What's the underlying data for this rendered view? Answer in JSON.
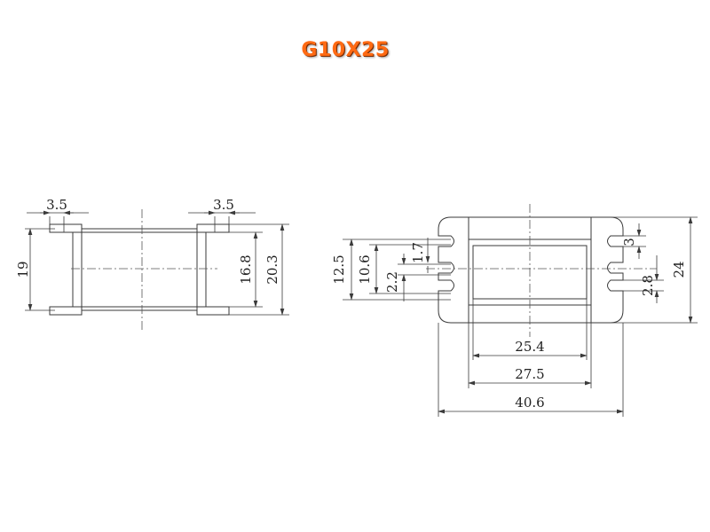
{
  "title": "G10X25",
  "colors": {
    "title": "#ff6a13",
    "lines": "#3a3a3a"
  },
  "side_view": {
    "width_left": "3.5",
    "width_right": "3.5",
    "height_left": "19",
    "inner_height": "16.8",
    "outer_height": "20.3"
  },
  "front_view": {
    "dim_12_5": "12.5",
    "dim_10_6": "10.6",
    "dim_2_2": "2.2",
    "dim_1_7": "1.7",
    "dim_3": "3",
    "dim_2_8": "2.8",
    "dim_24": "24",
    "dim_25_4": "25.4",
    "dim_27_5": "27.5",
    "dim_40_6": "40.6"
  }
}
